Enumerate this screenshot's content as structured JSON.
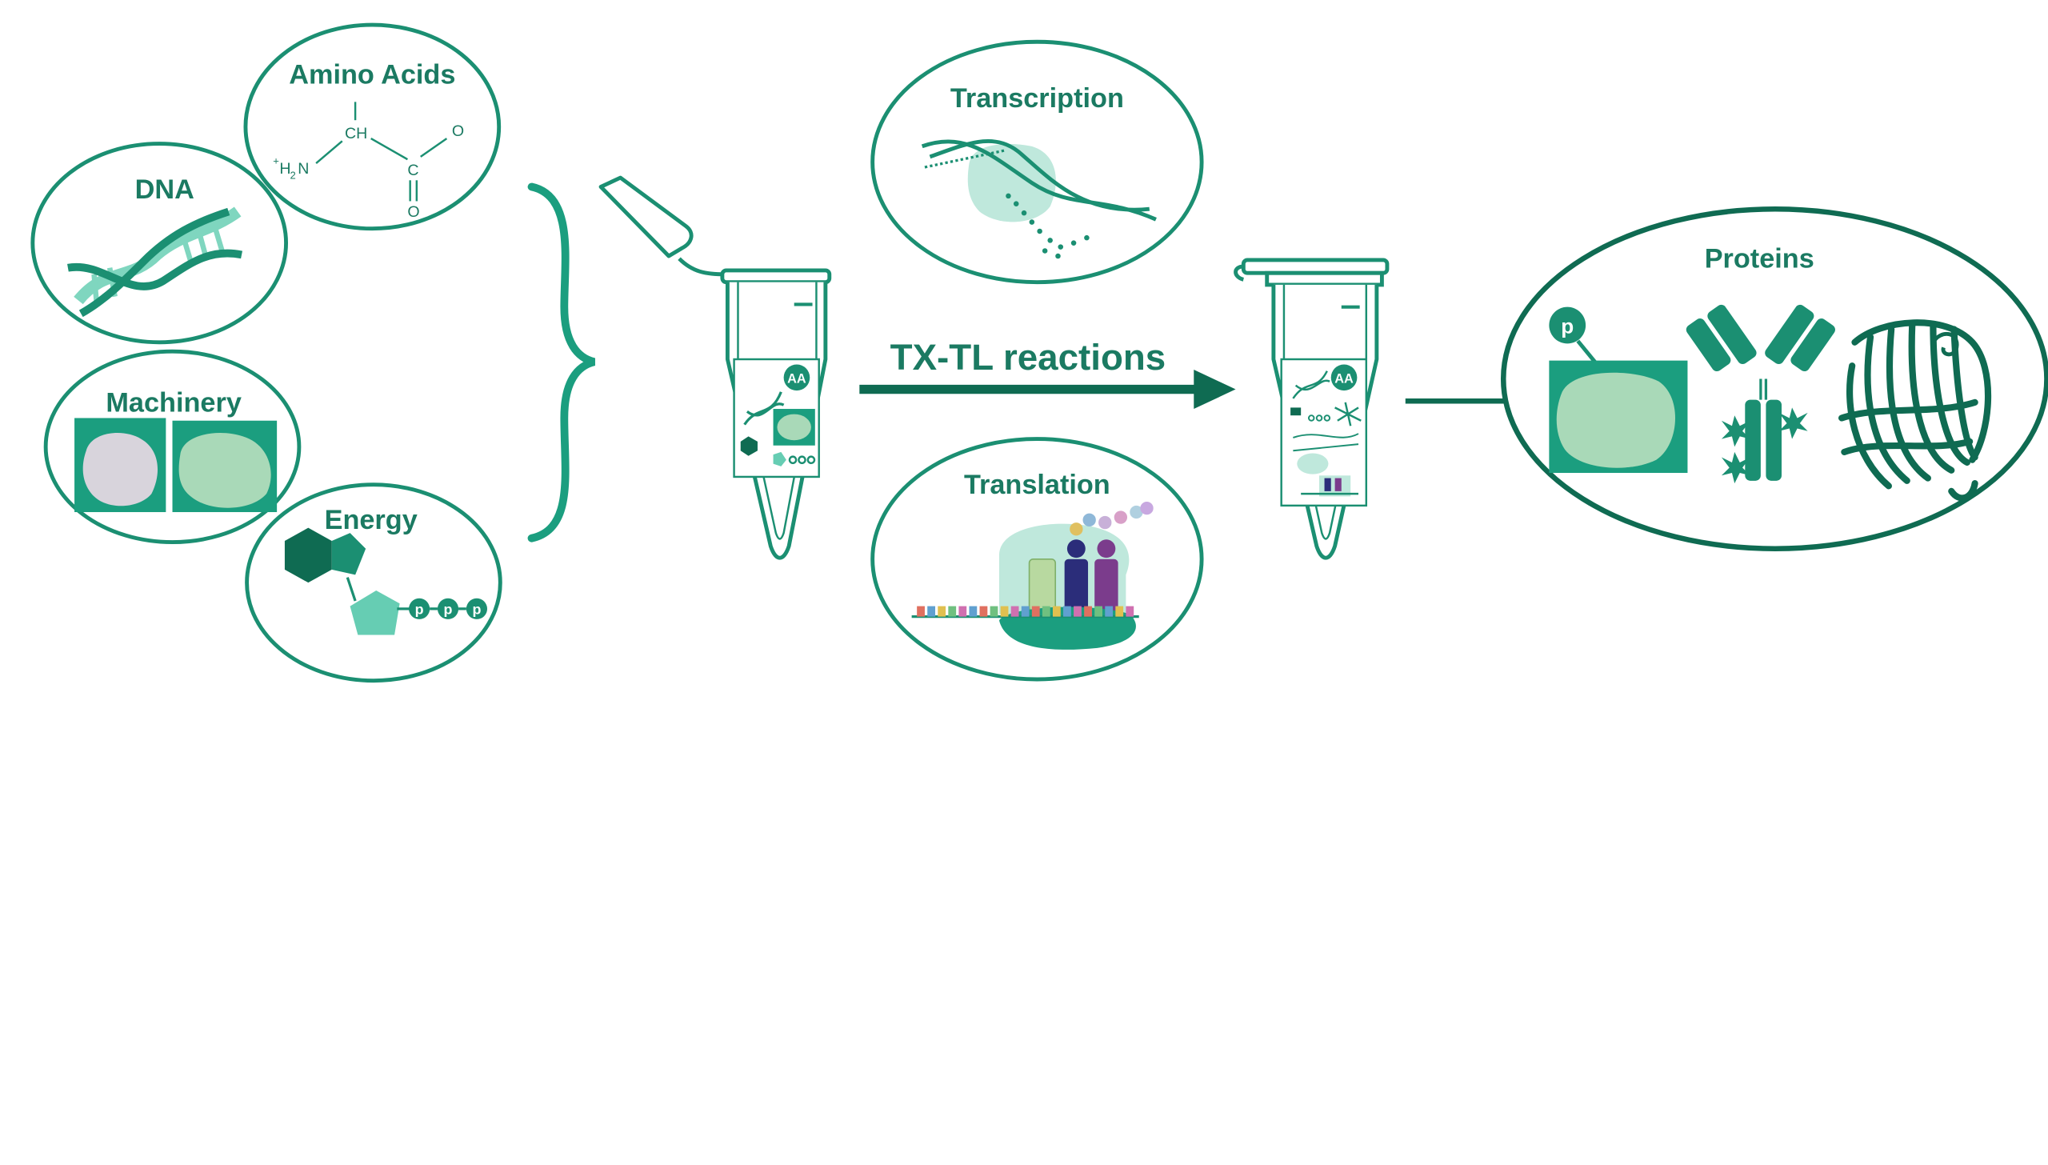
{
  "colors": {
    "primary": "#1b8f72",
    "dark": "#0f6b52",
    "light": "#7fd6bf",
    "pale": "#bfe8dc"
  },
  "inputs": {
    "amino_acids": {
      "title": "Amino Acids",
      "structure": {
        "ch": "CH",
        "amine_plus": "+",
        "amine_h": "H",
        "amine_sub": "2",
        "amine_n": "N",
        "c": "C",
        "o_top": "O",
        "o_bottom": "O"
      }
    },
    "dna": {
      "title": "DNA"
    },
    "machinery": {
      "title": "Machinery"
    },
    "energy": {
      "title": "Energy",
      "phosphates": [
        "p",
        "p",
        "p"
      ]
    }
  },
  "tube_badges": {
    "reactant": "AA",
    "product": "AA"
  },
  "process": {
    "arrow_label": "TX-TL reactions",
    "transcription": {
      "title": "Transcription"
    },
    "translation": {
      "title": "Translation"
    }
  },
  "output": {
    "proteins": {
      "title": "Proteins",
      "badge": "p"
    }
  }
}
